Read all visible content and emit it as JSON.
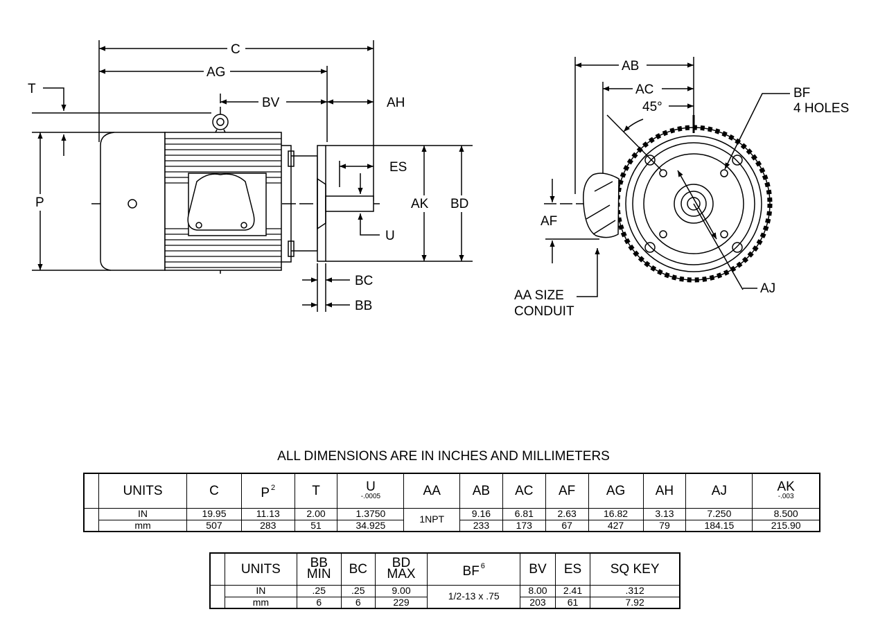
{
  "side_view_labels": {
    "c": "C",
    "ag": "AG",
    "t": "T",
    "bv": "BV",
    "ah": "AH",
    "p": "P",
    "es": "ES",
    "ak": "AK",
    "bd": "BD",
    "u": "U",
    "bc": "BC",
    "bb": "BB"
  },
  "front_view_labels": {
    "ab": "AB",
    "ac": "AC",
    "angle": "45°",
    "bf_line1": "BF",
    "bf_line2": "4 HOLES",
    "af": "AF",
    "aa_line1": "AA SIZE",
    "aa_line2": "CONDUIT",
    "aj": "AJ"
  },
  "caption": "ALL DIMENSIONS ARE IN INCHES AND MILLIMETERS",
  "table1": {
    "headers": {
      "units": "UNITS",
      "c": "C",
      "p": "P",
      "p_note": "2",
      "t": "T",
      "u": "U",
      "u_tol": "-.0005",
      "aa": "AA",
      "ab": "AB",
      "ac": "AC",
      "af": "AF",
      "ag": "AG",
      "ah": "AH",
      "aj": "AJ",
      "ak": "AK",
      "ak_tol": "-.003"
    },
    "rows": [
      {
        "units": "IN",
        "c": "19.95",
        "p": "11.13",
        "t": "2.00",
        "u": "1.3750",
        "ab": "9.16",
        "ac": "6.81",
        "af": "2.63",
        "ag": "16.82",
        "ah": "3.13",
        "aj": "7.250",
        "ak": "8.500"
      },
      {
        "units": "mm",
        "c": "507",
        "p": "283",
        "t": "51",
        "u": "34.925",
        "ab": "233",
        "ac": "173",
        "af": "67",
        "ag": "427",
        "ah": "79",
        "aj": "184.15",
        "ak": "215.90"
      }
    ],
    "aa_value": "1NPT"
  },
  "table2": {
    "headers": {
      "units": "UNITS",
      "bb_1": "BB",
      "bb_2": "MIN",
      "bc": "BC",
      "bd_1": "BD",
      "bd_2": "MAX",
      "bf": "BF",
      "bf_note": "6",
      "bv": "BV",
      "es": "ES",
      "sq_key": "SQ KEY"
    },
    "rows": [
      {
        "units": "IN",
        "bb": ".25",
        "bc": ".25",
        "bd": "9.00",
        "bv": "8.00",
        "es": "2.41",
        "sq_key": ".312"
      },
      {
        "units": "mm",
        "bb": "6",
        "bc": "6",
        "bd": "229",
        "bv": "203",
        "es": "61",
        "sq_key": "7.92"
      }
    ],
    "bf_value": "1/2-13 x .75"
  }
}
